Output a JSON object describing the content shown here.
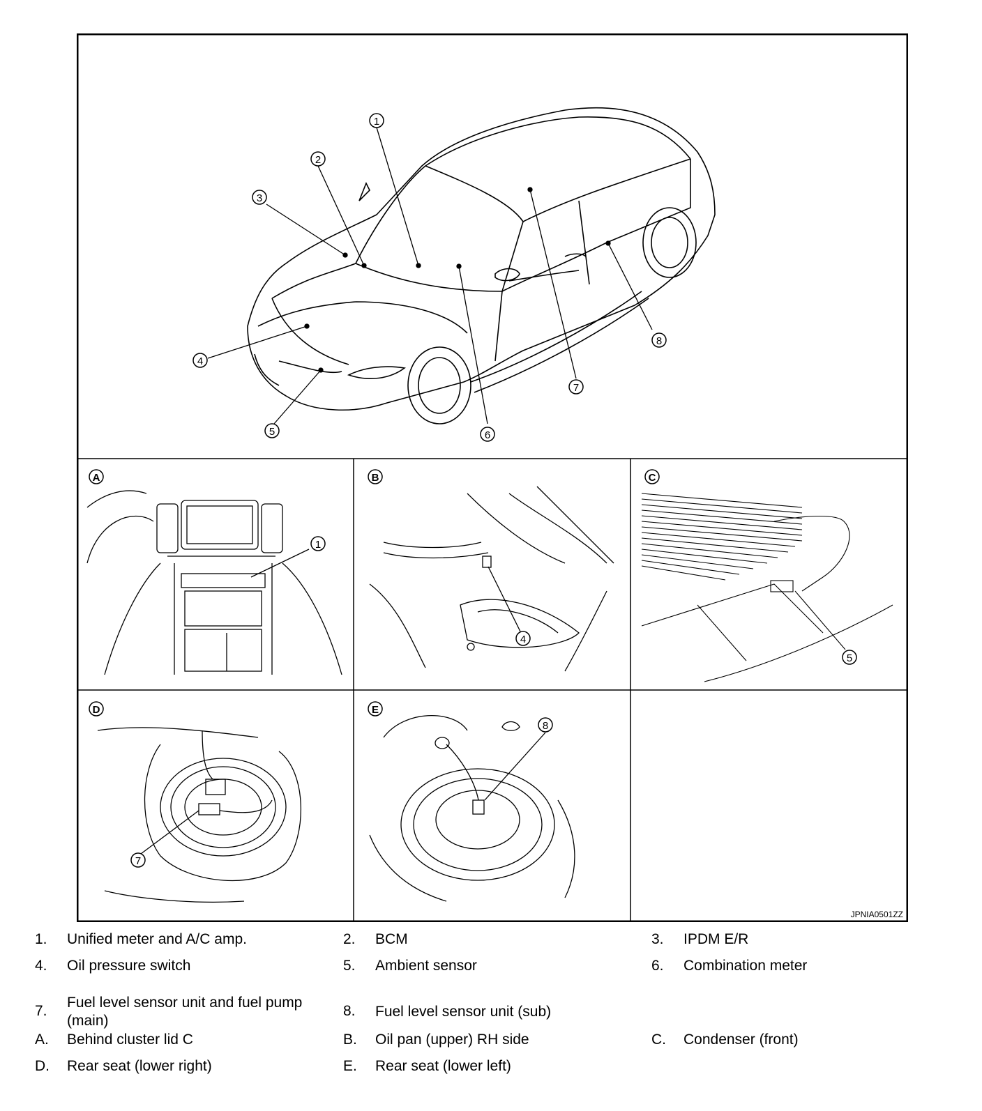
{
  "figure": {
    "code": "JPNIA0501ZZ",
    "callouts": [
      "1",
      "2",
      "3",
      "4",
      "5",
      "6",
      "7",
      "8"
    ],
    "panels": [
      "A",
      "B",
      "C",
      "D",
      "E"
    ]
  },
  "legend": [
    {
      "num": "1.",
      "text": "Unified meter and A/C amp."
    },
    {
      "num": "2.",
      "text": "BCM"
    },
    {
      "num": "3.",
      "text": "IPDM E/R"
    },
    {
      "num": "4.",
      "text": "Oil pressure switch"
    },
    {
      "num": "5.",
      "text": "Ambient sensor"
    },
    {
      "num": "6.",
      "text": "Combination meter"
    },
    {
      "num": "7.",
      "text": "Fuel level sensor unit and fuel pump (main)"
    },
    {
      "num": "8.",
      "text": "Fuel level sensor unit (sub)"
    },
    {
      "num": "A.",
      "text": "Behind cluster lid C"
    },
    {
      "num": "B.",
      "text": "Oil pan (upper) RH side"
    },
    {
      "num": "C.",
      "text": "Condenser (front)"
    },
    {
      "num": "D.",
      "text": "Rear seat (lower right)"
    },
    {
      "num": "E.",
      "text": "Rear seat (lower left)"
    }
  ]
}
